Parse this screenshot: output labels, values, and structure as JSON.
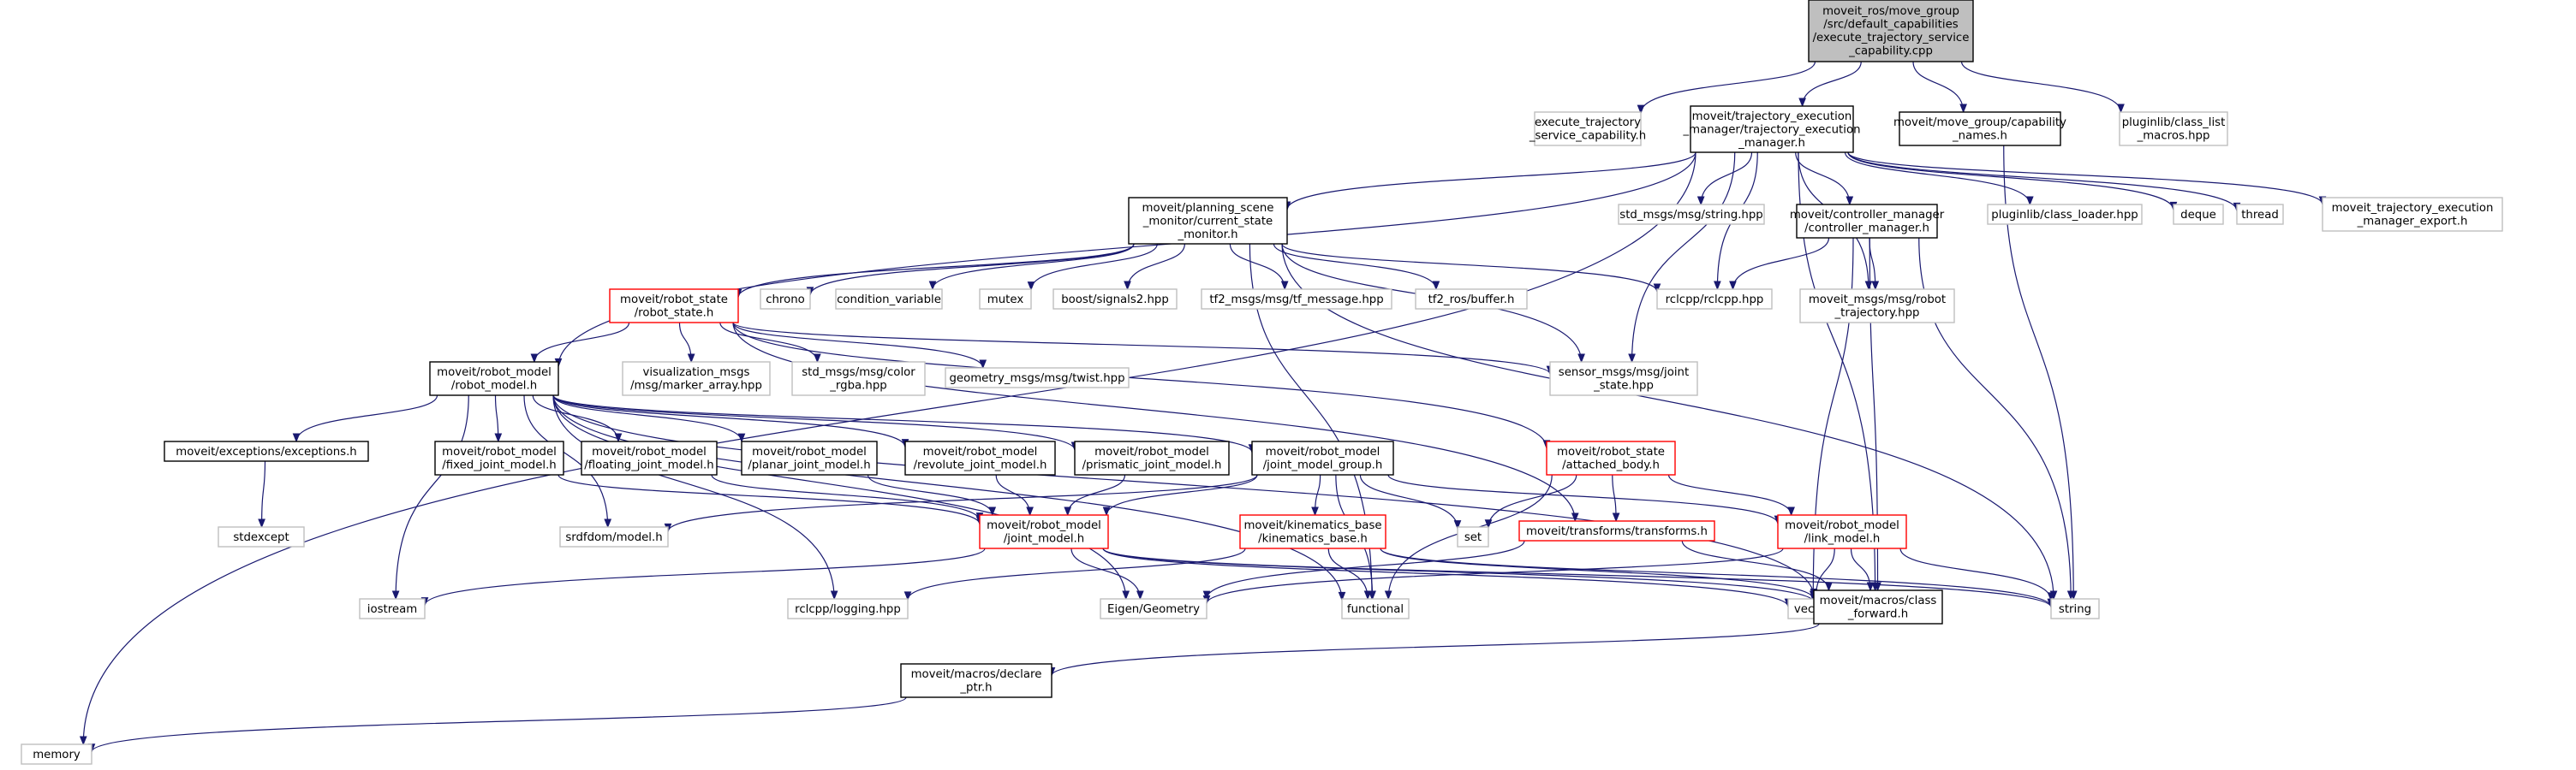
{
  "colors": {
    "edge": "#191970",
    "root_fill": "#bfbfbf",
    "normal_border": "#000000",
    "missing_border": "#bfbfbf",
    "incomplete_border": "#ff0000",
    "text": "#000000",
    "missing_text": "#404040"
  },
  "nodes": [
    {
      "id": "root",
      "lines": [
        "moveit_ros/move_group",
        "/src/default_capabilities",
        "/execute_trajectory_service",
        "_capability.cpp"
      ],
      "kind": "root"
    },
    {
      "id": "exec_h",
      "lines": [
        "execute_trajectory",
        "_service_capability.h"
      ],
      "kind": "missing"
    },
    {
      "id": "tem",
      "lines": [
        "moveit/trajectory_execution",
        "_manager/trajectory_execution",
        "_manager.h"
      ],
      "kind": "normal"
    },
    {
      "id": "capnames",
      "lines": [
        "moveit/move_group/capability",
        "_names.h"
      ],
      "kind": "normal"
    },
    {
      "id": "classlist",
      "lines": [
        "pluginlib/class_list",
        "_macros.hpp"
      ],
      "kind": "missing"
    },
    {
      "id": "csm",
      "lines": [
        "moveit/planning_scene",
        "_monitor/current_state",
        "_monitor.h"
      ],
      "kind": "normal"
    },
    {
      "id": "strmsg",
      "lines": [
        "std_msgs/msg/string.hpp"
      ],
      "kind": "missing"
    },
    {
      "id": "ctrlmgr",
      "lines": [
        "moveit/controller_manager",
        "/controller_manager.h"
      ],
      "kind": "normal"
    },
    {
      "id": "classloader",
      "lines": [
        "pluginlib/class_loader.hpp"
      ],
      "kind": "missing"
    },
    {
      "id": "deque",
      "lines": [
        "deque"
      ],
      "kind": "missing"
    },
    {
      "id": "thread",
      "lines": [
        "thread"
      ],
      "kind": "missing"
    },
    {
      "id": "temexport",
      "lines": [
        "moveit_trajectory_execution",
        "_manager_export.h"
      ],
      "kind": "missing"
    },
    {
      "id": "robotstate",
      "lines": [
        "moveit/robot_state",
        "/robot_state.h"
      ],
      "kind": "incomplete"
    },
    {
      "id": "chrono",
      "lines": [
        "chrono"
      ],
      "kind": "missing"
    },
    {
      "id": "condvar",
      "lines": [
        "condition_variable"
      ],
      "kind": "missing"
    },
    {
      "id": "mutex",
      "lines": [
        "mutex"
      ],
      "kind": "missing"
    },
    {
      "id": "signals2",
      "lines": [
        "boost/signals2.hpp"
      ],
      "kind": "missing"
    },
    {
      "id": "tfmsg",
      "lines": [
        "tf2_msgs/msg/tf_message.hpp"
      ],
      "kind": "missing"
    },
    {
      "id": "tfbuffer",
      "lines": [
        "tf2_ros/buffer.h"
      ],
      "kind": "missing"
    },
    {
      "id": "rclcpp",
      "lines": [
        "rclcpp/rclcpp.hpp"
      ],
      "kind": "missing"
    },
    {
      "id": "robottraj",
      "lines": [
        "moveit_msgs/msg/robot",
        "_trajectory.hpp"
      ],
      "kind": "missing"
    },
    {
      "id": "robotmodel",
      "lines": [
        "moveit/robot_model",
        "/robot_model.h"
      ],
      "kind": "normal"
    },
    {
      "id": "vizmsg",
      "lines": [
        "visualization_msgs",
        "/msg/marker_array.hpp"
      ],
      "kind": "missing"
    },
    {
      "id": "colormsg",
      "lines": [
        "std_msgs/msg/color",
        "_rgba.hpp"
      ],
      "kind": "missing"
    },
    {
      "id": "twist",
      "lines": [
        "geometry_msgs/msg/twist.hpp"
      ],
      "kind": "missing"
    },
    {
      "id": "jointstate",
      "lines": [
        "sensor_msgs/msg/joint",
        "_state.hpp"
      ],
      "kind": "missing"
    },
    {
      "id": "exceptions",
      "lines": [
        "moveit/exceptions/exceptions.h"
      ],
      "kind": "normal"
    },
    {
      "id": "fixedjm",
      "lines": [
        "moveit/robot_model",
        "/fixed_joint_model.h"
      ],
      "kind": "normal"
    },
    {
      "id": "floatingjm",
      "lines": [
        "moveit/robot_model",
        "/floating_joint_model.h"
      ],
      "kind": "normal"
    },
    {
      "id": "planarjm",
      "lines": [
        "moveit/robot_model",
        "/planar_joint_model.h"
      ],
      "kind": "normal"
    },
    {
      "id": "revolutejm",
      "lines": [
        "moveit/robot_model",
        "/revolute_joint_model.h"
      ],
      "kind": "normal"
    },
    {
      "id": "prismaticjm",
      "lines": [
        "moveit/robot_model",
        "/prismatic_joint_model.h"
      ],
      "kind": "normal"
    },
    {
      "id": "jmg",
      "lines": [
        "moveit/robot_model",
        "/joint_model_group.h"
      ],
      "kind": "normal"
    },
    {
      "id": "attached",
      "lines": [
        "moveit/robot_state",
        "/attached_body.h"
      ],
      "kind": "incomplete"
    },
    {
      "id": "stdexcept",
      "lines": [
        "stdexcept"
      ],
      "kind": "missing"
    },
    {
      "id": "srdf",
      "lines": [
        "srdfdom/model.h"
      ],
      "kind": "missing"
    },
    {
      "id": "jointmodel",
      "lines": [
        "moveit/robot_model",
        "/joint_model.h"
      ],
      "kind": "incomplete"
    },
    {
      "id": "kinbase",
      "lines": [
        "moveit/kinematics_base",
        "/kinematics_base.h"
      ],
      "kind": "incomplete"
    },
    {
      "id": "set",
      "lines": [
        "set"
      ],
      "kind": "missing"
    },
    {
      "id": "transforms",
      "lines": [
        "moveit/transforms/transforms.h"
      ],
      "kind": "incomplete"
    },
    {
      "id": "linkmodel",
      "lines": [
        "moveit/robot_model",
        "/link_model.h"
      ],
      "kind": "incomplete"
    },
    {
      "id": "iostream",
      "lines": [
        "iostream"
      ],
      "kind": "missing"
    },
    {
      "id": "logging",
      "lines": [
        "rclcpp/logging.hpp"
      ],
      "kind": "missing"
    },
    {
      "id": "eigen",
      "lines": [
        "Eigen/Geometry"
      ],
      "kind": "missing"
    },
    {
      "id": "functional",
      "lines": [
        "functional"
      ],
      "kind": "missing"
    },
    {
      "id": "vector",
      "lines": [
        "vector"
      ],
      "kind": "missing"
    },
    {
      "id": "classfwd",
      "lines": [
        "moveit/macros/class",
        "_forward.h"
      ],
      "kind": "normal"
    },
    {
      "id": "string",
      "lines": [
        "string"
      ],
      "kind": "missing"
    },
    {
      "id": "declareptr",
      "lines": [
        "moveit/macros/declare",
        "_ptr.h"
      ],
      "kind": "normal"
    },
    {
      "id": "memory",
      "lines": [
        "memory"
      ],
      "kind": "missing"
    }
  ],
  "edges": [
    [
      "root",
      "exec_h"
    ],
    [
      "root",
      "tem"
    ],
    [
      "root",
      "capnames"
    ],
    [
      "root",
      "classlist"
    ],
    [
      "tem",
      "csm"
    ],
    [
      "tem",
      "strmsg"
    ],
    [
      "tem",
      "ctrlmgr"
    ],
    [
      "tem",
      "classloader"
    ],
    [
      "tem",
      "deque"
    ],
    [
      "tem",
      "thread"
    ],
    [
      "tem",
      "temexport"
    ],
    [
      "tem",
      "robotmodel"
    ],
    [
      "tem",
      "rclcpp"
    ],
    [
      "tem",
      "robottraj"
    ],
    [
      "tem",
      "jointstate"
    ],
    [
      "tem",
      "memory"
    ],
    [
      "tem",
      "classfwd"
    ],
    [
      "capnames",
      "string"
    ],
    [
      "csm",
      "robotstate"
    ],
    [
      "csm",
      "chrono"
    ],
    [
      "csm",
      "condvar"
    ],
    [
      "csm",
      "mutex"
    ],
    [
      "csm",
      "signals2"
    ],
    [
      "csm",
      "tfmsg"
    ],
    [
      "csm",
      "tfbuffer"
    ],
    [
      "csm",
      "rclcpp"
    ],
    [
      "csm",
      "jointstate"
    ],
    [
      "csm",
      "string"
    ],
    [
      "csm",
      "functional"
    ],
    [
      "ctrlmgr",
      "rclcpp"
    ],
    [
      "ctrlmgr",
      "robottraj"
    ],
    [
      "ctrlmgr",
      "vector"
    ],
    [
      "ctrlmgr",
      "classfwd"
    ],
    [
      "ctrlmgr",
      "string"
    ],
    [
      "robotstate",
      "robotmodel"
    ],
    [
      "robotstate",
      "vizmsg"
    ],
    [
      "robotstate",
      "colormsg"
    ],
    [
      "robotstate",
      "twist"
    ],
    [
      "robotstate",
      "jointstate"
    ],
    [
      "robotstate",
      "attached"
    ],
    [
      "robotstate",
      "transforms"
    ],
    [
      "robotmodel",
      "exceptions"
    ],
    [
      "robotmodel",
      "fixedjm"
    ],
    [
      "robotmodel",
      "floatingjm"
    ],
    [
      "robotmodel",
      "planarjm"
    ],
    [
      "robotmodel",
      "revolutejm"
    ],
    [
      "robotmodel",
      "prismaticjm"
    ],
    [
      "robotmodel",
      "jmg"
    ],
    [
      "robotmodel",
      "srdf"
    ],
    [
      "robotmodel",
      "iostream"
    ],
    [
      "robotmodel",
      "logging"
    ],
    [
      "robotmodel",
      "eigen"
    ],
    [
      "robotmodel",
      "classfwd"
    ],
    [
      "robotmodel",
      "functional"
    ],
    [
      "exceptions",
      "stdexcept"
    ],
    [
      "fixedjm",
      "jointmodel"
    ],
    [
      "floatingjm",
      "jointmodel"
    ],
    [
      "planarjm",
      "jointmodel"
    ],
    [
      "revolutejm",
      "jointmodel"
    ],
    [
      "prismaticjm",
      "jointmodel"
    ],
    [
      "jmg",
      "jointmodel"
    ],
    [
      "jmg",
      "kinbase"
    ],
    [
      "jmg",
      "set"
    ],
    [
      "jmg",
      "linkmodel"
    ],
    [
      "jmg",
      "srdf"
    ],
    [
      "jmg",
      "functional"
    ],
    [
      "attached",
      "set"
    ],
    [
      "attached",
      "transforms"
    ],
    [
      "attached",
      "linkmodel"
    ],
    [
      "attached",
      "functional"
    ],
    [
      "jointmodel",
      "iostream"
    ],
    [
      "jointmodel",
      "eigen"
    ],
    [
      "jointmodel",
      "vector"
    ],
    [
      "jointmodel",
      "classfwd"
    ],
    [
      "jointmodel",
      "string"
    ],
    [
      "kinbase",
      "logging"
    ],
    [
      "kinbase",
      "functional"
    ],
    [
      "kinbase",
      "classfwd"
    ],
    [
      "kinbase",
      "string"
    ],
    [
      "transforms",
      "eigen"
    ],
    [
      "transforms",
      "classfwd"
    ],
    [
      "linkmodel",
      "eigen"
    ],
    [
      "linkmodel",
      "vector"
    ],
    [
      "linkmodel",
      "classfwd"
    ],
    [
      "linkmodel",
      "string"
    ],
    [
      "classfwd",
      "declareptr"
    ],
    [
      "declareptr",
      "memory"
    ]
  ]
}
